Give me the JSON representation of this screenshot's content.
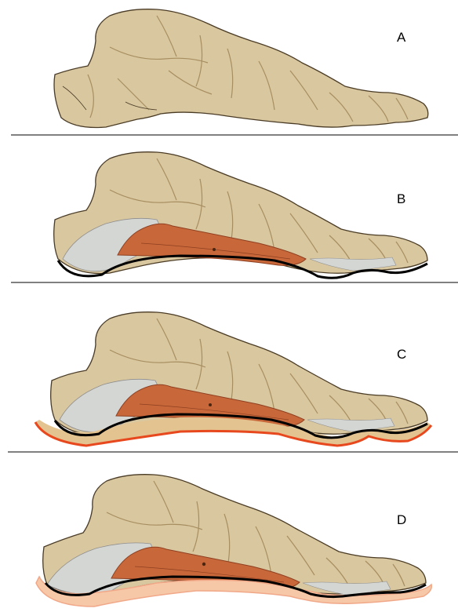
{
  "panels": [
    {
      "label": "A"
    },
    {
      "label": "B"
    },
    {
      "label": "C"
    },
    {
      "label": "D"
    }
  ],
  "colors": {
    "bone": "#d9c7a0",
    "bone_shadow": "#a78e60",
    "bone_outline": "#4a3b25",
    "ligament": "#d4d6d4",
    "muscle": "#c8683a",
    "muscle_dark": "#8e3f20",
    "fascia_line": "#000000",
    "cork_insole": "#e3c491",
    "insole_edge": "#e8481e",
    "soft_insole": "#f7c8a8",
    "ground_line": "#000000"
  }
}
